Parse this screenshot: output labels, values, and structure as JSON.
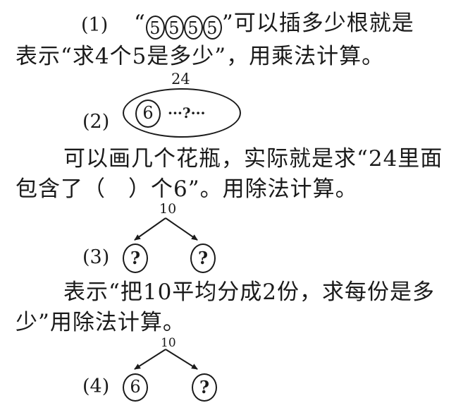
{
  "item1": {
    "label": "(1)",
    "quote_open": "“",
    "circles": [
      "5",
      "5",
      "5",
      "5"
    ],
    "rest": "”可以插多少根就是",
    "line2": "表示“求4个5是多少”，用乘法计算。"
  },
  "item2": {
    "label": "(2)",
    "top_number": "24",
    "circle_value": "6",
    "dots": "···?···",
    "line1": "可以画几个花瓶，实际就是求“24里面",
    "line2": "包含了（　）个6”。用除法计算。"
  },
  "item3": {
    "label": "(3)",
    "top_number": "10",
    "left": "?",
    "right": "?",
    "line1": "表示“把10平均分成2份，求每份是多",
    "line2": "少”用除法计算。"
  },
  "item4": {
    "label": "(4)",
    "top_number": "10",
    "left": "6",
    "right": "?"
  }
}
